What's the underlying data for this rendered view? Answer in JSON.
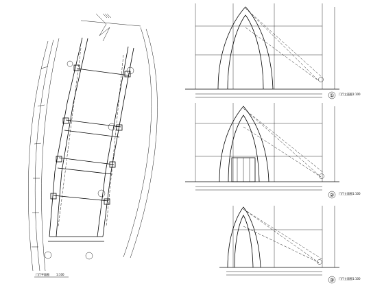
{
  "plan": {
    "title_label": "门厅平面图",
    "scale_label": "1:100"
  },
  "elevations": [
    {
      "number": "①",
      "title_label": "门厅立面图",
      "scale_label": "1:100"
    },
    {
      "number": "②",
      "title_label": "门厅立面图",
      "scale_label": "1:100"
    },
    {
      "number": "③",
      "title_label": "门厅立面图",
      "scale_label": "1:100"
    }
  ]
}
